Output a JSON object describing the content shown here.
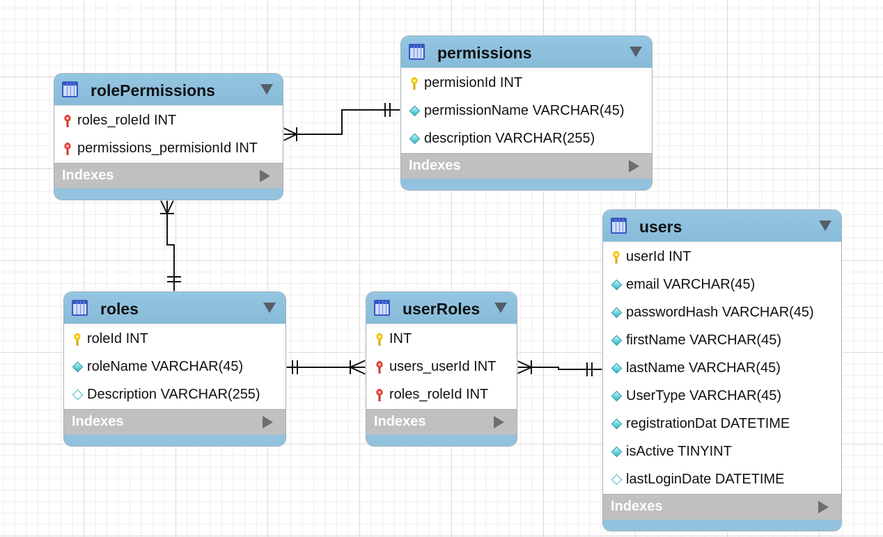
{
  "diagram": {
    "indexes_label": "Indexes",
    "tables": [
      {
        "id": "rolePermissions",
        "name": "rolePermissions",
        "columns": [
          {
            "icon": "foreign-key-icon",
            "text": "roles_roleId INT"
          },
          {
            "icon": "foreign-key-icon",
            "text": "permissions_permisionId INT"
          }
        ]
      },
      {
        "id": "permissions",
        "name": "permissions",
        "columns": [
          {
            "icon": "primary-key-icon",
            "text": "permisionId INT"
          },
          {
            "icon": "not-null-column-icon",
            "text": "permissionName VARCHAR(45)"
          },
          {
            "icon": "not-null-column-icon",
            "text": "description VARCHAR(255)"
          }
        ]
      },
      {
        "id": "users",
        "name": "users",
        "columns": [
          {
            "icon": "primary-key-icon",
            "text": "userId INT"
          },
          {
            "icon": "not-null-column-icon",
            "text": "email VARCHAR(45)"
          },
          {
            "icon": "not-null-column-icon",
            "text": "passwordHash VARCHAR(45)"
          },
          {
            "icon": "not-null-column-icon",
            "text": "firstName VARCHAR(45)"
          },
          {
            "icon": "not-null-column-icon",
            "text": "lastName VARCHAR(45)"
          },
          {
            "icon": "not-null-column-icon",
            "text": "UserType VARCHAR(45)"
          },
          {
            "icon": "not-null-column-icon",
            "text": "registrationDat DATETIME"
          },
          {
            "icon": "not-null-column-icon",
            "text": "isActive TINYINT"
          },
          {
            "icon": "nullable-column-icon",
            "text": "lastLoginDate DATETIME"
          }
        ]
      },
      {
        "id": "roles",
        "name": "roles",
        "columns": [
          {
            "icon": "primary-key-icon",
            "text": "roleId INT"
          },
          {
            "icon": "not-null-column-icon",
            "text": "roleName VARCHAR(45)"
          },
          {
            "icon": "nullable-column-icon",
            "text": "Description VARCHAR(255)"
          }
        ]
      },
      {
        "id": "userRoles",
        "name": "userRoles",
        "columns": [
          {
            "icon": "primary-key-icon",
            "text": " INT"
          },
          {
            "icon": "foreign-key-icon",
            "text": "users_userId INT"
          },
          {
            "icon": "foreign-key-icon",
            "text": "roles_roleId INT"
          }
        ]
      }
    ],
    "relationships": [
      {
        "from": "rolePermissions",
        "to": "permissions",
        "from_cardinality": "one-or-many",
        "to_cardinality": "exactly-one"
      },
      {
        "from": "rolePermissions",
        "to": "roles",
        "from_cardinality": "one-or-many",
        "to_cardinality": "exactly-one"
      },
      {
        "from": "userRoles",
        "to": "roles",
        "from_cardinality": "one-or-many",
        "to_cardinality": "exactly-one"
      },
      {
        "from": "userRoles",
        "to": "users",
        "from_cardinality": "one-or-many",
        "to_cardinality": "exactly-one"
      }
    ]
  }
}
